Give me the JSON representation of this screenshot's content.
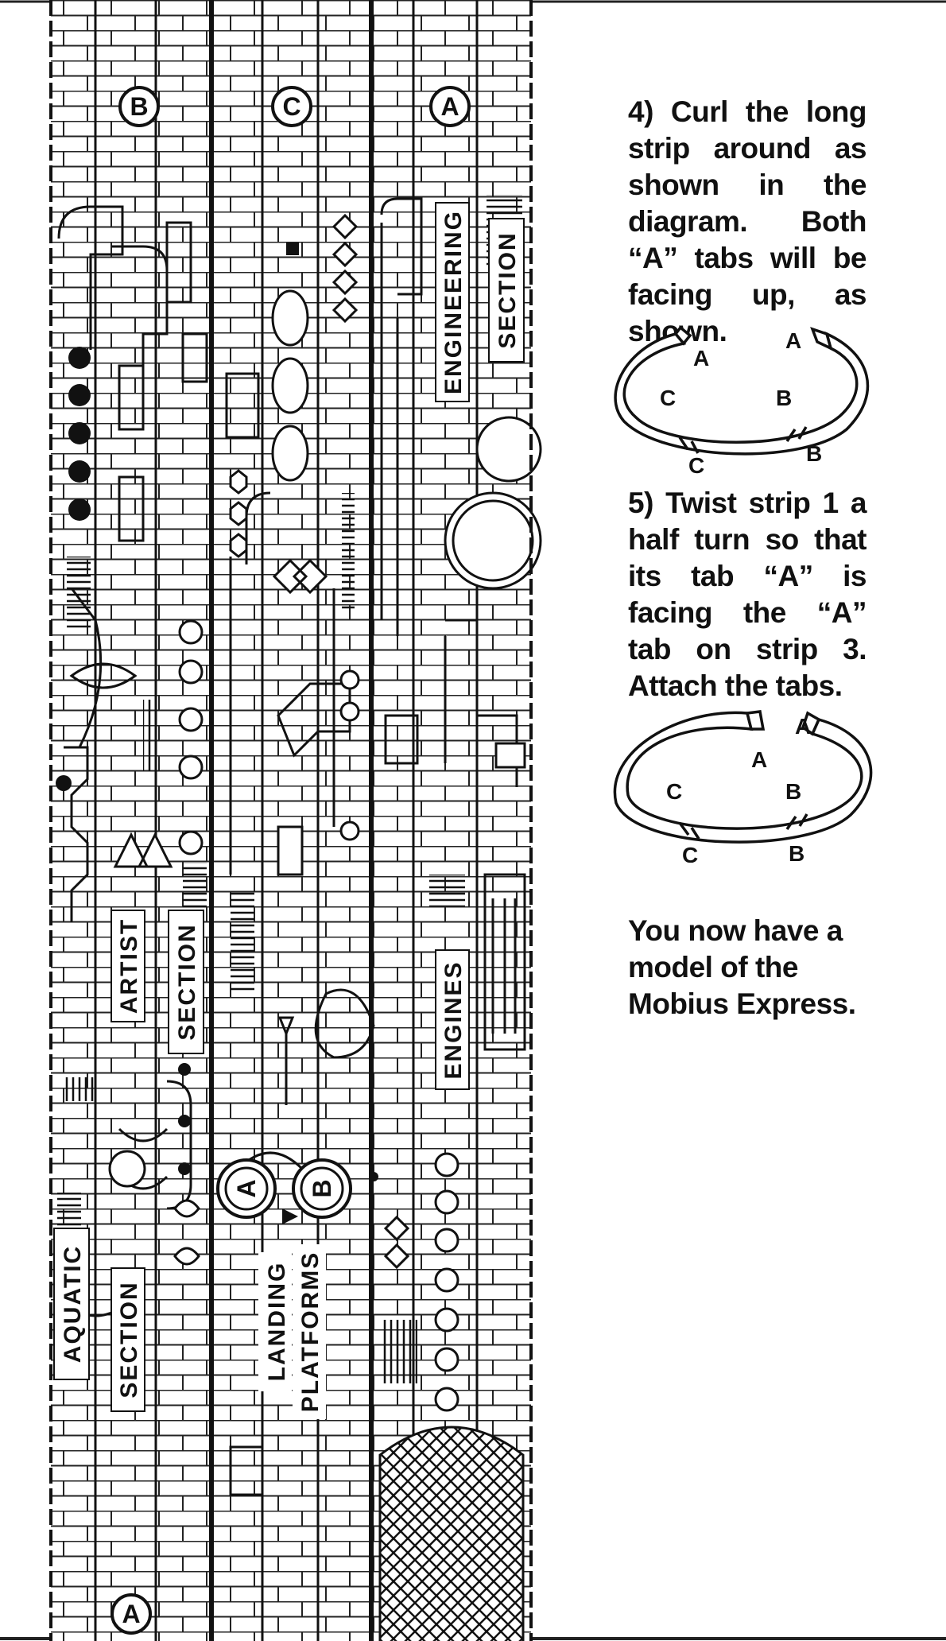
{
  "strips": {
    "strip_1": {
      "top_tab": "B",
      "bottom_tab": "A",
      "labels": [
        "AQUATIC",
        "ARTIST",
        "SECTION",
        "SECTION"
      ]
    },
    "strip_2": {
      "top_tab": "C",
      "labels": [
        "LANDING",
        "PLATFORMS"
      ],
      "circle_marks": [
        "A",
        "B"
      ]
    },
    "strip_3": {
      "top_tab": "A",
      "labels": [
        "ENGINEERING",
        "SECTION",
        "ENGINES"
      ]
    }
  },
  "instructions": {
    "step_4": "4) Curl the long strip around as shown in the diagram. Both “A” tabs will be facing up, as shown.",
    "step_5": "5) Twist strip 1 a half turn so that its tab “A” is facing the “A” tab on strip 3. Attach the tabs.",
    "final": "You now have a model of the Mobius Express."
  },
  "diagram_1": {
    "labels": [
      "A",
      "A",
      "C",
      "B",
      "C",
      "B"
    ]
  },
  "diagram_2": {
    "labels": [
      "A",
      "A",
      "C",
      "B",
      "C",
      "B"
    ]
  }
}
